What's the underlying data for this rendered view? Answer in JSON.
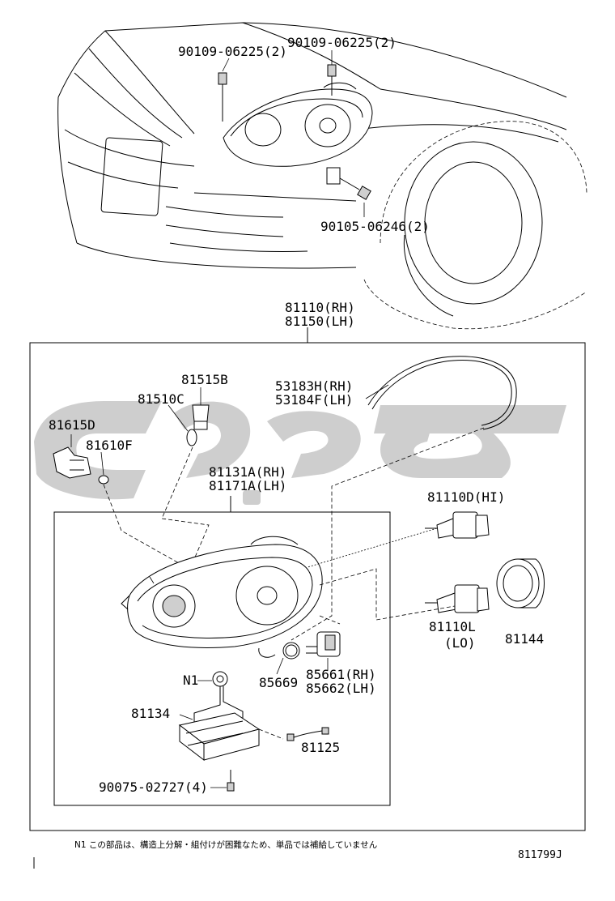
{
  "labels": {
    "screw_top_left": "90109-06225(2)",
    "screw_top_right": "90109-06225(2)",
    "screw_bottom": "90105-06246(2)",
    "assy_rh": "81110(RH)",
    "assy_lh": "81150(LH)",
    "bulb_socket": "81515B",
    "bulb_small": "81510C",
    "socket_left": "81615D",
    "bulb_left": "81610F",
    "seal_rh": "53183H(RH)",
    "seal_lh": "53184F(LH)",
    "housing_rh": "81131A(RH)",
    "housing_lh": "81171A(LH)",
    "bulb_hi": "81110D(HI)",
    "bulb_lo": "81110L",
    "bulb_lo_note": "(LO)",
    "cover": "81144",
    "ring": "85669",
    "igniter_rh": "85661(RH)",
    "igniter_lh": "85662(LH)",
    "note_marker": "N1",
    "ballast": "81134",
    "wire": "81125",
    "screw_ballast": "90075-02727(4)"
  },
  "footnote": "N1 この部品は、構造上分解・組付けが困難なため、単品では補給していません",
  "drawing_code": "811799J",
  "watermark_icon": "arabic-watermark-logo"
}
